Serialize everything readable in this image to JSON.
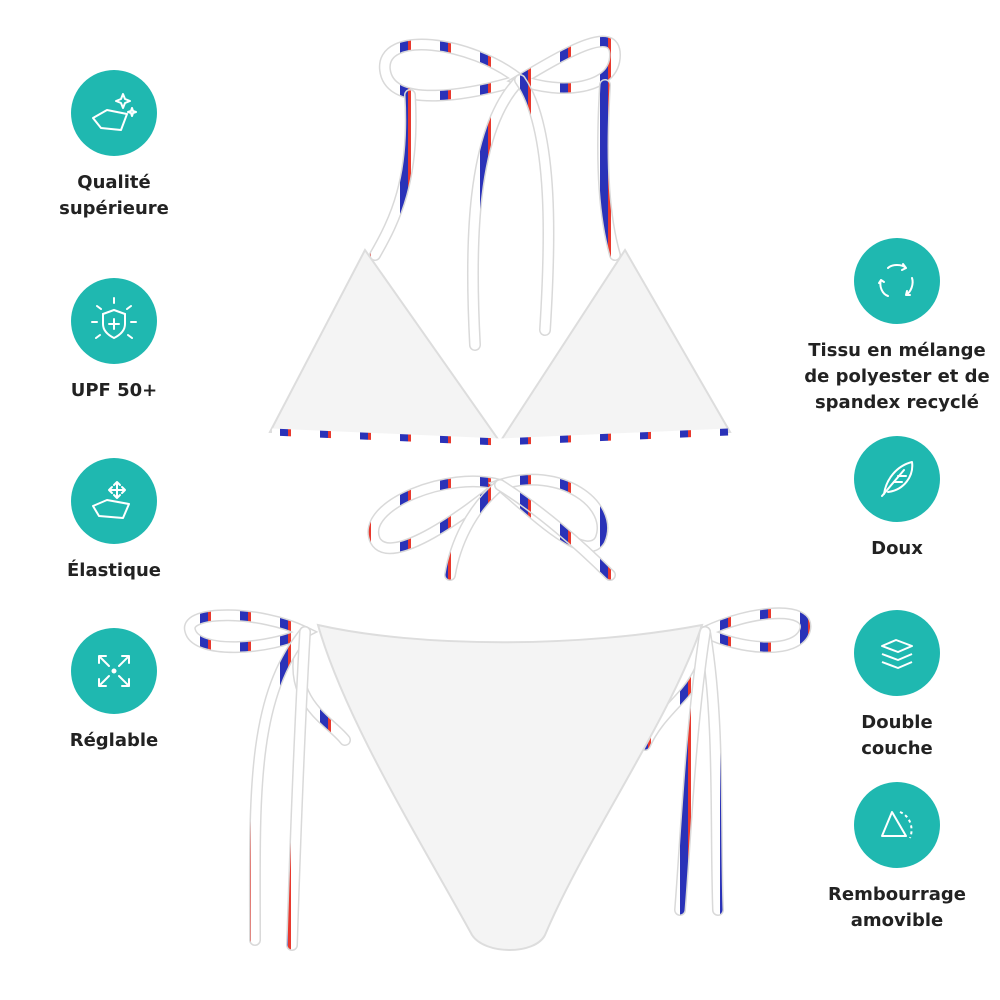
{
  "features_left": [
    {
      "icon": "sparkle-fabric-icon",
      "label": "Qualité\nsupérieure"
    },
    {
      "icon": "sun-shield-icon",
      "label": "UPF 50+"
    },
    {
      "icon": "stretch-arrows-icon",
      "label": "Élastique"
    },
    {
      "icon": "expand-arrows-icon",
      "label": "Réglable"
    }
  ],
  "features_right": [
    {
      "icon": "recycle-icon",
      "label": "Tissu en mélange\nde polyester et de\nspandex recyclé"
    },
    {
      "icon": "feather-icon",
      "label": "Doux"
    },
    {
      "icon": "layers-icon",
      "label": "Double\ncouche"
    },
    {
      "icon": "removable-padding-icon",
      "label": "Rembourrage\namovible"
    }
  ],
  "colors": {
    "badge": "#1fb8b0",
    "strap_blue": "#2a32b8",
    "strap_red": "#e8392e",
    "fabric": "#f4f4f4"
  }
}
